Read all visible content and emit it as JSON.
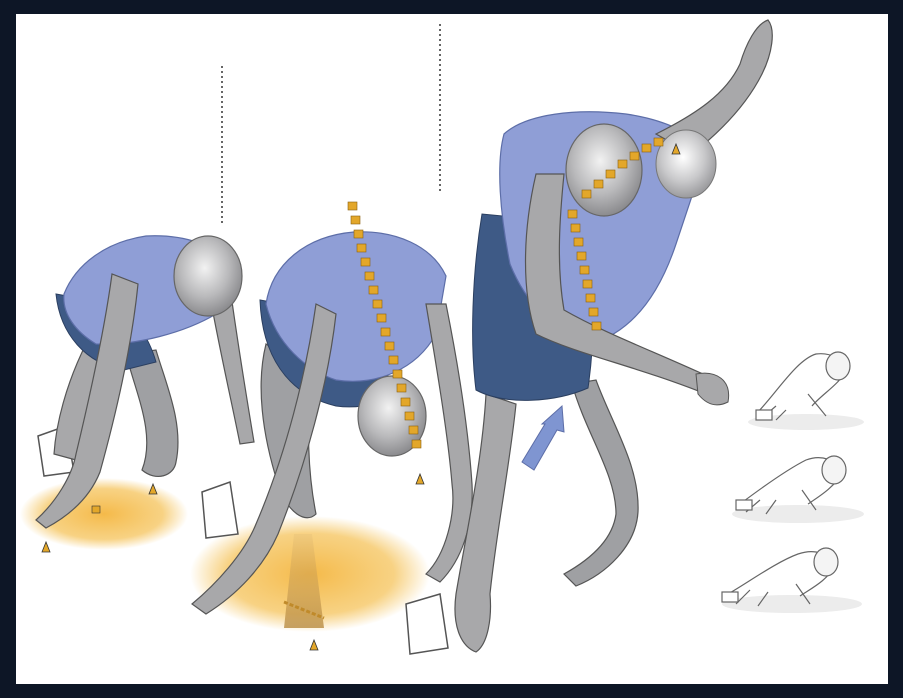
{
  "image": {
    "frame_color": "#0d1626",
    "background_color": "#ffffff",
    "figure_skin_color": "#a8a8aa",
    "shirt_color": "#8f9ed6",
    "shorts_color": "#3e5a86",
    "marker_color": "#e3a72a",
    "glow_color": "#f5c35a",
    "arrow_color": "#7f95d1",
    "figures": [
      {
        "name": "runner-set-position"
      },
      {
        "name": "runner-crouch-position"
      },
      {
        "name": "runner-drive-phase"
      }
    ],
    "thumbnails": [
      {
        "name": "thumbnail-sketch-1"
      },
      {
        "name": "thumbnail-sketch-2"
      },
      {
        "name": "thumbnail-sketch-3"
      }
    ],
    "arrow_icon": "up-arrow-icon"
  }
}
